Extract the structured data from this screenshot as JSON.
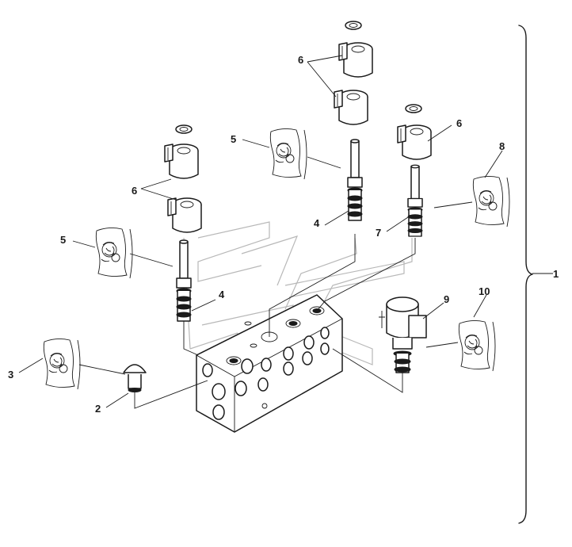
{
  "callouts": {
    "c1": "1",
    "c2": "2",
    "c3": "3",
    "c4a": "4",
    "c4b": "4",
    "c5a": "5",
    "c5b": "5",
    "c6a": "6",
    "c6b": "6",
    "c6c": "6",
    "c7": "7",
    "c8": "8",
    "c9": "9",
    "c10": "10"
  },
  "icons": [
    "sealant-symbol-icon",
    "coil-icon",
    "cartridge-valve-icon",
    "valve-block-icon",
    "plug-icon",
    "pressure-solenoid-icon",
    "brace-icon"
  ]
}
